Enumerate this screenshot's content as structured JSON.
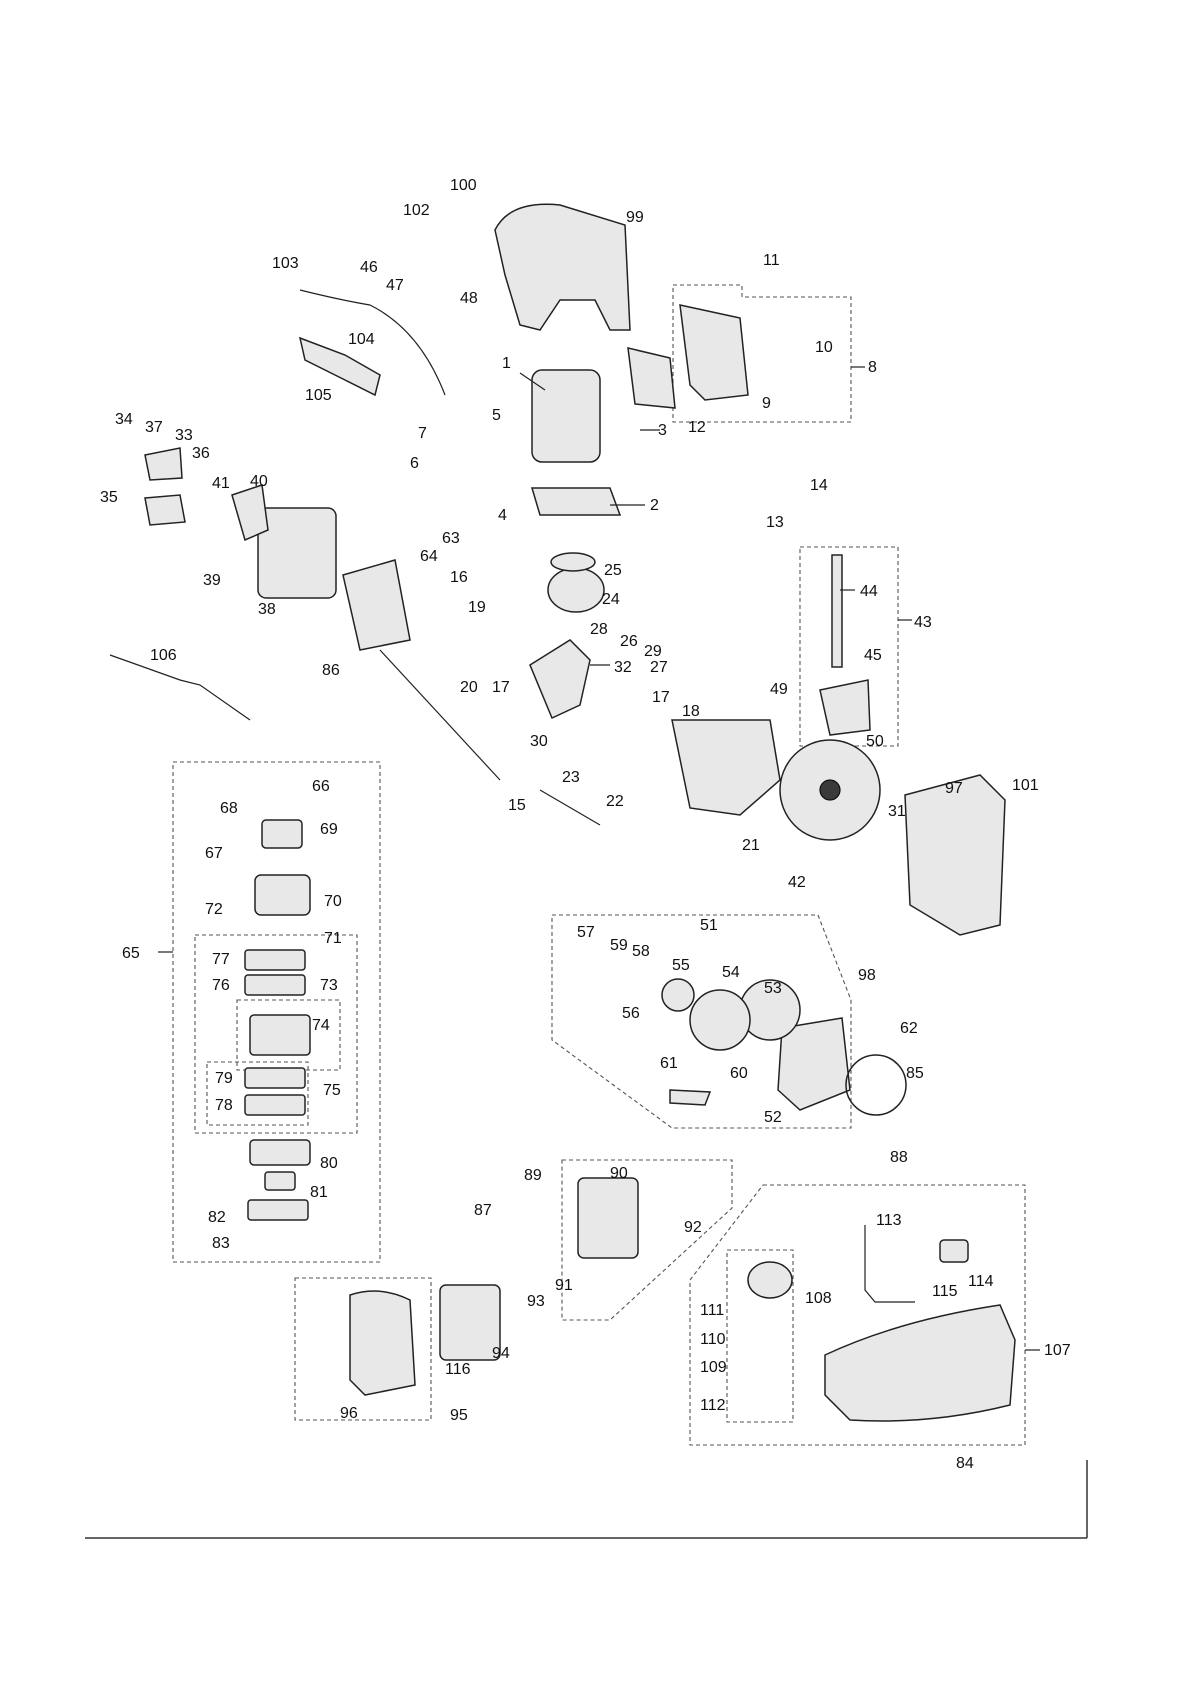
{
  "diagram": {
    "labels": {
      "n1": "1",
      "n2": "2",
      "n3": "3",
      "n4": "4",
      "n5": "5",
      "n6": "6",
      "n7": "7",
      "n8": "8",
      "n9": "9",
      "n10": "10",
      "n11": "11",
      "n12": "12",
      "n13": "13",
      "n14": "14",
      "n15": "15",
      "n16": "16",
      "n17a": "17",
      "n17b": "17",
      "n18": "18",
      "n19": "19",
      "n20": "20",
      "n21": "21",
      "n22": "22",
      "n23": "23",
      "n24": "24",
      "n25": "25",
      "n26": "26",
      "n27": "27",
      "n28": "28",
      "n29": "29",
      "n30": "30",
      "n31": "31",
      "n32": "32",
      "n33": "33",
      "n34": "34",
      "n35": "35",
      "n36": "36",
      "n37": "37",
      "n38": "38",
      "n39": "39",
      "n40": "40",
      "n41": "41",
      "n42": "42",
      "n43": "43",
      "n44": "44",
      "n45": "45",
      "n46": "46",
      "n47": "47",
      "n48": "48",
      "n49": "49",
      "n50": "50",
      "n51": "51",
      "n52": "52",
      "n53": "53",
      "n54": "54",
      "n55": "55",
      "n56": "56",
      "n57": "57",
      "n58": "58",
      "n59": "59",
      "n60": "60",
      "n61": "61",
      "n62": "62",
      "n63": "63",
      "n64": "64",
      "n65": "65",
      "n66": "66",
      "n67": "67",
      "n68": "68",
      "n69": "69",
      "n70": "70",
      "n71": "71",
      "n72": "72",
      "n73": "73",
      "n74": "74",
      "n75": "75",
      "n76": "76",
      "n77": "77",
      "n78": "78",
      "n79": "79",
      "n80": "80",
      "n81": "81",
      "n82": "82",
      "n83": "83",
      "n84": "84",
      "n85": "85",
      "n86": "86",
      "n87": "87",
      "n88": "88",
      "n89": "89",
      "n90": "90",
      "n91": "91",
      "n92": "92",
      "n93": "93",
      "n94": "94",
      "n95": "95",
      "n96": "96",
      "n97": "97",
      "n98": "98",
      "n99": "99",
      "n100": "100",
      "n101": "101",
      "n102": "102",
      "n103": "103",
      "n104": "104",
      "n105": "105",
      "n106": "106",
      "n107": "107",
      "n108": "108",
      "n109": "109",
      "n110": "110",
      "n111": "111",
      "n112": "112",
      "n113": "113",
      "n114": "114",
      "n115": "115",
      "n116": "116"
    },
    "colors": {
      "ink": "#222222",
      "paper": "#ffffff",
      "fill": "#e8e8e8"
    }
  }
}
